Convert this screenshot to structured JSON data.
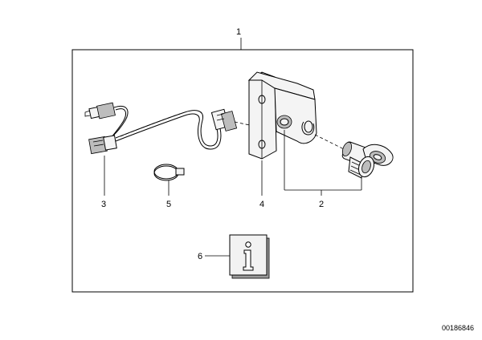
{
  "callouts": {
    "c1": "1",
    "c2": "2",
    "c3": "3",
    "c4": "4",
    "c5": "5",
    "c6": "6"
  },
  "info_symbol": "i",
  "diagram_number": "00186846"
}
